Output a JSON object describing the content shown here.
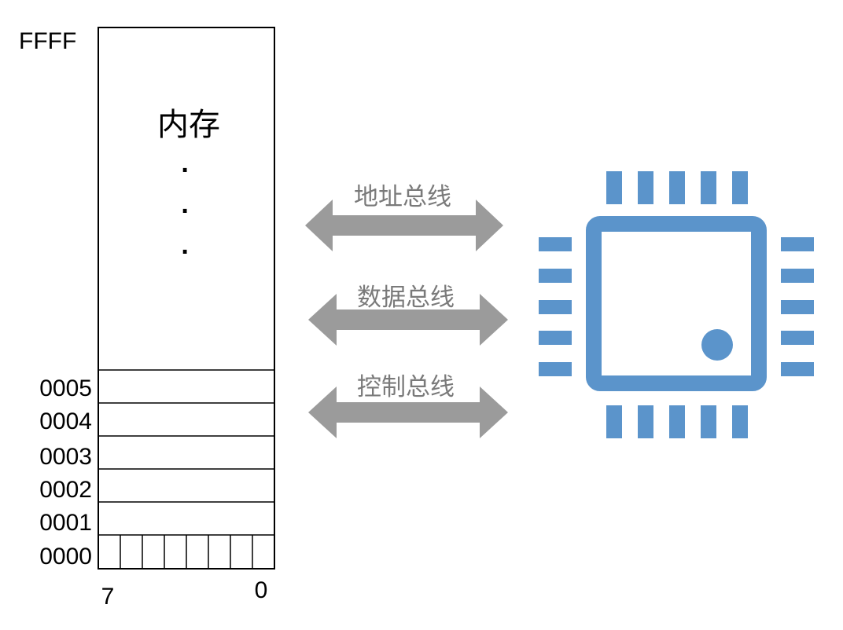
{
  "memory": {
    "title": "内存",
    "ellipsis": [
      "·",
      "·",
      "·"
    ],
    "top_address": "FFFF",
    "cell_addresses": [
      "0005",
      "0004",
      "0003",
      "0002",
      "0001",
      "0000"
    ],
    "bit_high": "7",
    "bit_low": "0",
    "bits_per_cell": 8
  },
  "buses": [
    {
      "label": "地址总线"
    },
    {
      "label": "数据总线"
    },
    {
      "label": "控制总线"
    }
  ],
  "colors": {
    "bus_arrow": "#9b9b9b",
    "bus_label": "#7a7a7a",
    "chip": "#5b94cb",
    "memory_border": "#000000"
  },
  "chip": {
    "icon": "cpu-chip-icon"
  }
}
